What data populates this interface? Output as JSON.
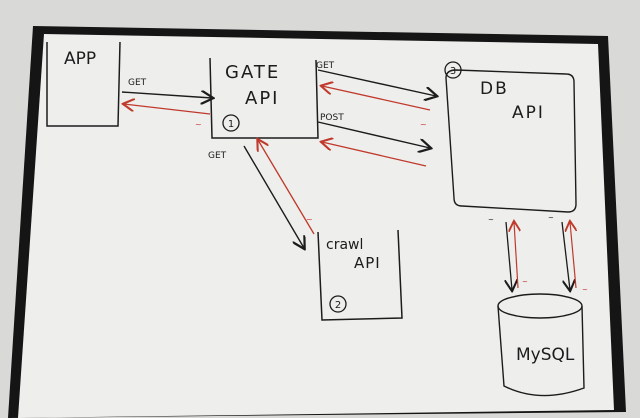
{
  "diagram": {
    "colors": {
      "frame": "#151515",
      "board": "#eeeeec",
      "ink": "#1c1c1c",
      "red": "#c0392b",
      "wall": "#d9d9d7"
    },
    "boxes": {
      "app": {
        "label": "APP"
      },
      "gate": {
        "label_line1": "GATE",
        "label_line2": "API",
        "number": "1"
      },
      "db": {
        "label_line1": "DB",
        "label_line2": "API",
        "number": "3"
      },
      "crawl": {
        "label_line1": "crawl",
        "label_line2": "API",
        "number": "2"
      },
      "mysql": {
        "label": "MySQL"
      }
    },
    "arrow_labels": {
      "app_to_gate": "GET",
      "gate_to_db_get": "GET",
      "gate_to_db_post": "POST",
      "gate_to_crawl": "GET"
    }
  }
}
